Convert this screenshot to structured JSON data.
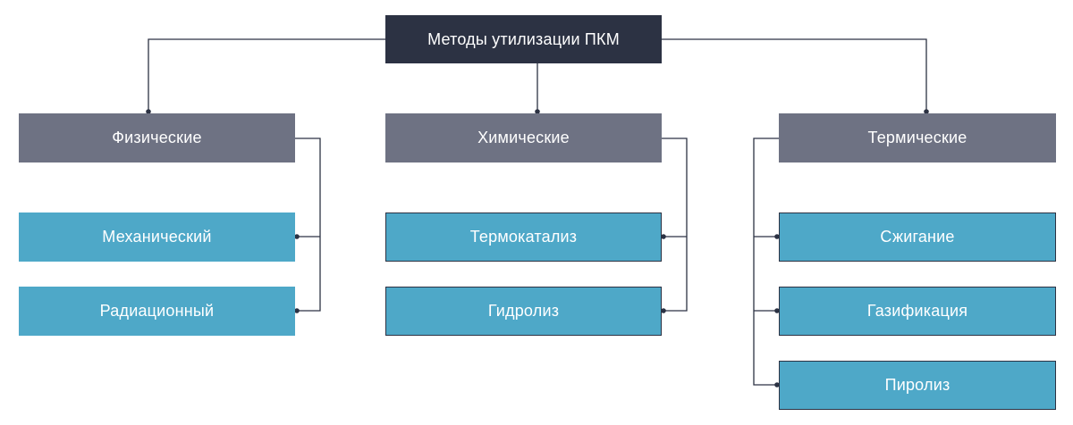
{
  "root": {
    "label": "Методы утилизации ПКМ"
  },
  "categories": [
    {
      "label": "Физические",
      "methods": [
        "Механический",
        "Радиационный"
      ]
    },
    {
      "label": "Химические",
      "methods": [
        "Термокатализ",
        "Гидролиз"
      ]
    },
    {
      "label": "Термические",
      "methods": [
        "Сжигание",
        "Газификация",
        "Пиролиз"
      ]
    }
  ],
  "colors": {
    "root": "#2c3243",
    "category": "#6e7283",
    "method": "#4ea8c8",
    "line": "#2c3243"
  }
}
